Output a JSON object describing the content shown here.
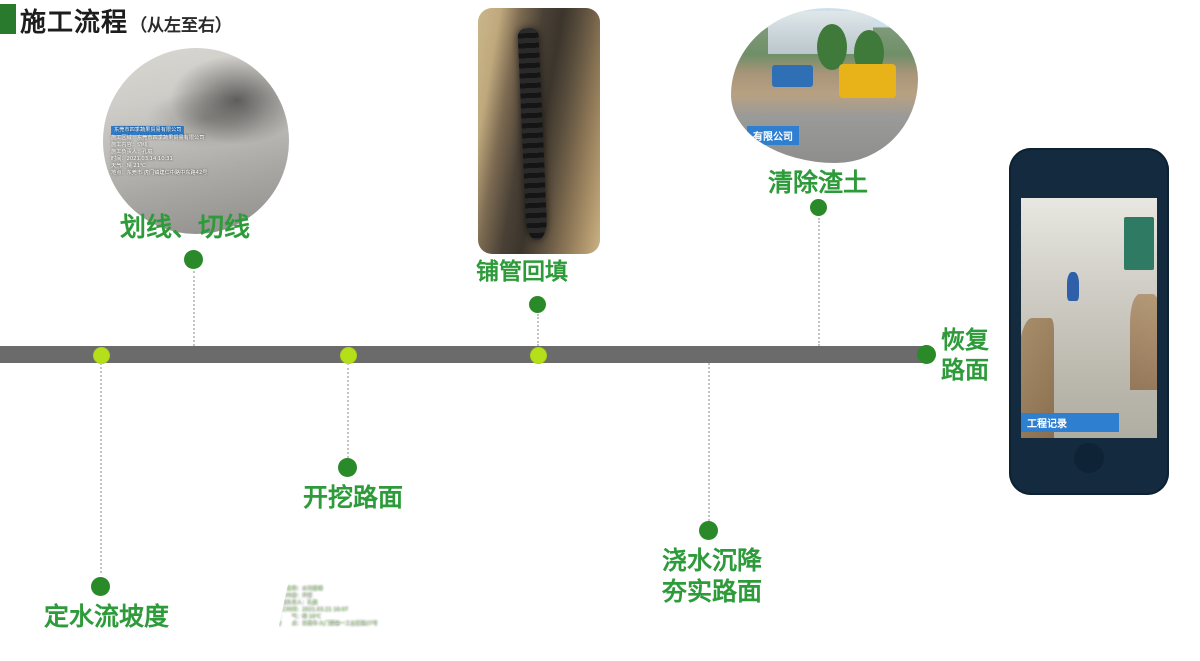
{
  "header": {
    "title_main": "施工流程",
    "title_sub": "（从左至右）",
    "accent_color": "#2a7a2e"
  },
  "timeline": {
    "bar_color": "#6b6b6b",
    "marker_color_lime": "#b5e019",
    "marker_color_green": "#2a8a2a",
    "end_label_line1": "恢复",
    "end_label_line2": "路面"
  },
  "steps": [
    {
      "id": "step-1",
      "label": "定水流坡度",
      "position": "below-left"
    },
    {
      "id": "step-2",
      "label": "划线、切线",
      "position": "above"
    },
    {
      "id": "step-3",
      "label": "开挖路面",
      "position": "below"
    },
    {
      "id": "step-4",
      "label": "铺管回填",
      "position": "above"
    },
    {
      "id": "step-5",
      "label": "浇水沉降\n夯实路面",
      "line1": "浇水沉降",
      "line2": "夯实路面",
      "position": "below"
    },
    {
      "id": "step-6",
      "label": "清除渣土",
      "position": "above"
    },
    {
      "id": "step-7",
      "label": "恢复路面",
      "position": "end"
    }
  ],
  "photos": {
    "photo_marking": {
      "shape": "circle",
      "watermark": {
        "company": "东莞市四季蔬果贸易有限公司",
        "rows": [
          "施工区域：东莞市四季蔬果贸易有限公司",
          "施工内容：切线",
          "施工负责人：孔庭",
          "时间：2021.03.14 10:31",
          "天气：晴 21℃",
          "地点：东莞市·虎门镇建仁中路中东路42号"
        ]
      }
    },
    "photo_pipe": {
      "shape": "rounded-rect",
      "watermark": null
    },
    "photo_clearing": {
      "shape": "blob",
      "badge": "有限公司"
    },
    "photo_excavation": {
      "shape": "trapezoid",
      "watermark": {
        "rows": [
          "工程名称：水沟重铺",
          "工作内容：开挖",
          "工程负责人：孔庭",
          "施工时间：2021.03.21 16:07",
          "天　　气：晴 16℃",
          "地　　点：东莞市·九门寨第一工业区路27号"
        ]
      }
    }
  },
  "phone": {
    "body_color": "#132a3f",
    "badge_label": "工程记录"
  }
}
